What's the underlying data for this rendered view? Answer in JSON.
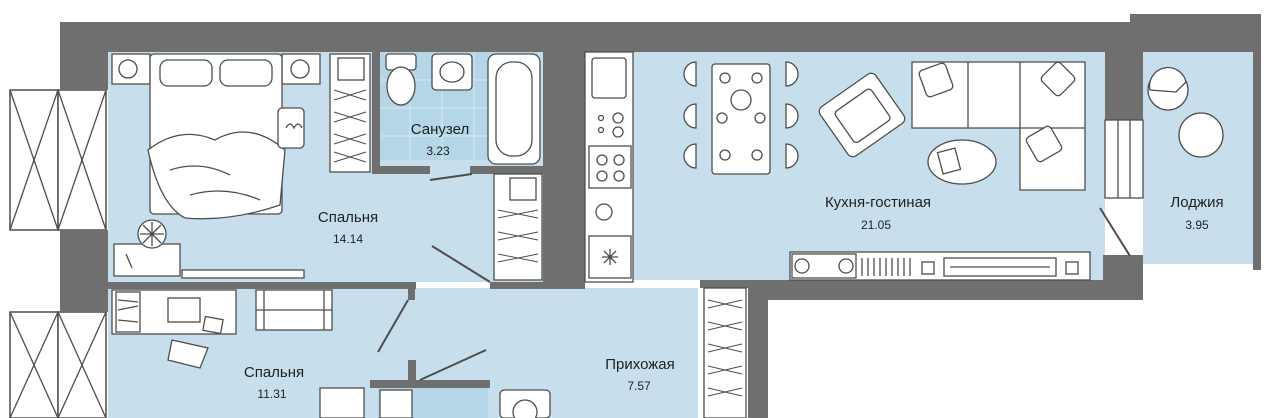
{
  "colors": {
    "wall": "#6f6f6f",
    "floor": "#c7dfec",
    "bathroom_tile": "#b4d6e6",
    "furniture_stroke": "#4d4d4d"
  },
  "rooms": {
    "bedroom_1": {
      "name": "Спальня",
      "area": "14.14"
    },
    "bathroom": {
      "name": "Санузел",
      "area": "3.23"
    },
    "kitchen_living": {
      "name": "Кухня-гостиная",
      "area": "21.05"
    },
    "loggia": {
      "name": "Лоджия",
      "area": "3.95"
    },
    "bedroom_2": {
      "name": "Спальня",
      "area": "11.31"
    },
    "hallway": {
      "name": "Прихожая",
      "area": "7.57"
    }
  }
}
